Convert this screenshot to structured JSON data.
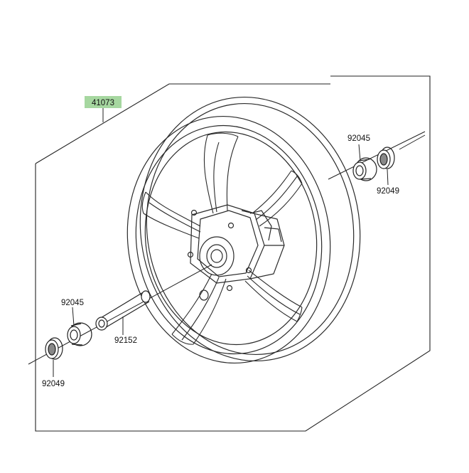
{
  "diagram": {
    "assembly_part": {
      "number": "41073",
      "highlight_color": "#a6d7a0"
    },
    "parts": {
      "bearing_right": "92045",
      "seal_right": "92049",
      "bearing_left": "92045",
      "collar": "92152",
      "seal_left": "92049"
    }
  }
}
